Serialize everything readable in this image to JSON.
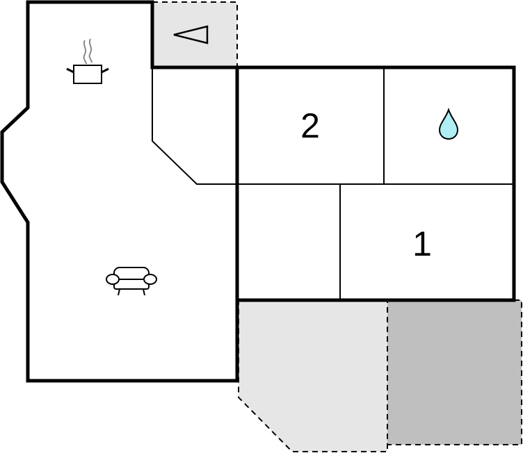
{
  "floorplan": {
    "rooms": [
      {
        "id": "bedroom-2",
        "label": "2"
      },
      {
        "id": "bedroom-1",
        "label": "1"
      }
    ],
    "icons": [
      "kitchen-pot-icon",
      "sofa-icon",
      "water-drop-icon",
      "triangle-icon"
    ],
    "colors": {
      "background": "#ffffff",
      "wall": "#000000",
      "terrace_light": "#e6e6e6",
      "terrace_dark": "#bfbfbf",
      "water": "#aeeef4",
      "steam": "#888888"
    }
  }
}
